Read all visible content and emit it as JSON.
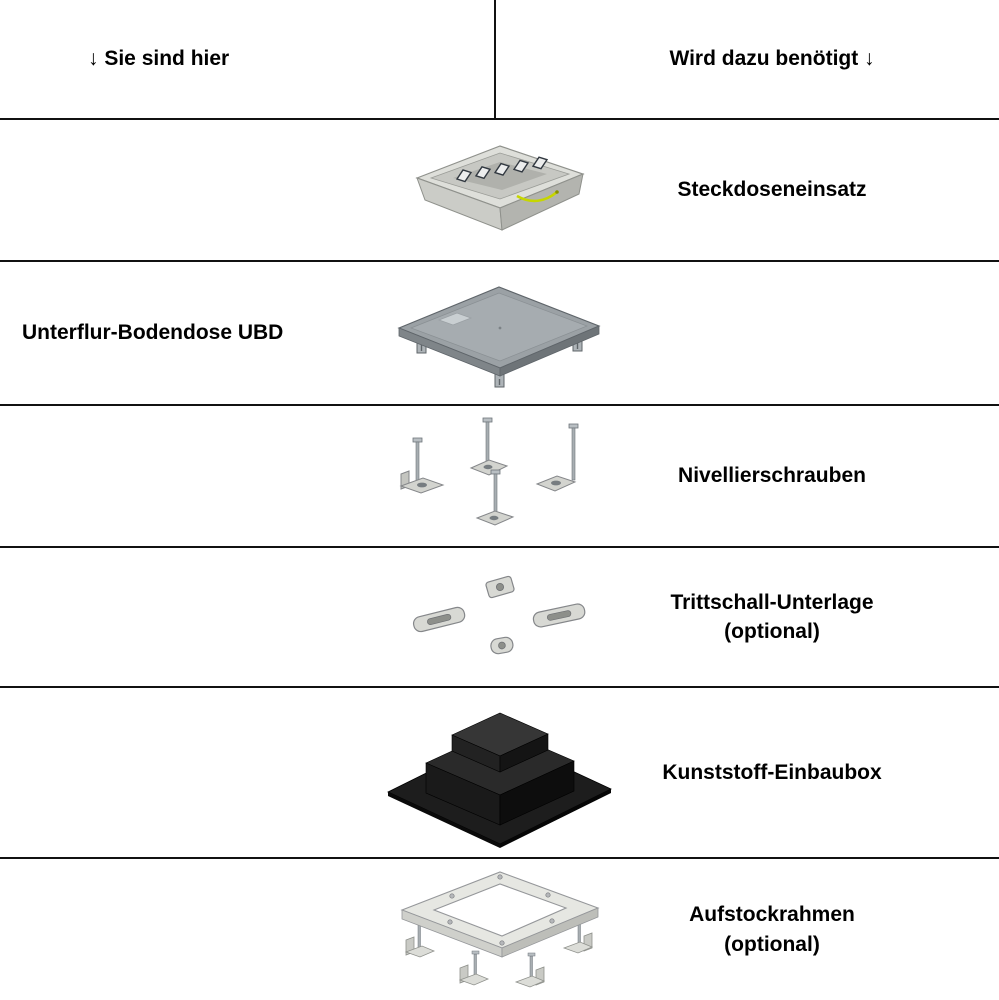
{
  "header": {
    "left_label": "↓ Sie sind hier",
    "right_label": "Wird dazu benötigt ↓"
  },
  "rows": [
    {
      "left_label": "",
      "image_name": "socket-insert-isometric",
      "right_label": "Steckdoseneinsatz",
      "right_sublabel": ""
    },
    {
      "left_label": "Unterflur-Bodendose UBD",
      "image_name": "underfloor-box-isometric",
      "right_label": "",
      "right_sublabel": ""
    },
    {
      "left_label": "",
      "image_name": "leveling-screws-isometric",
      "right_label": "Nivellierschrauben",
      "right_sublabel": ""
    },
    {
      "left_label": "",
      "image_name": "impact-sound-pads-isometric",
      "right_label": "Trittschall-Unterlage",
      "right_sublabel": "(optional)"
    },
    {
      "left_label": "",
      "image_name": "plastic-installation-box-isometric",
      "right_label": "Kunststoff-Einbaubox",
      "right_sublabel": ""
    },
    {
      "left_label": "",
      "image_name": "extension-frame-isometric",
      "right_label": "Aufstockrahmen",
      "right_sublabel": "(optional)"
    }
  ],
  "colors": {
    "background": "#ffffff",
    "line": "#111111",
    "text": "#000000",
    "wire_accent": "#c6d600",
    "metal_light": "#d8d9d4",
    "metal_mid": "#9ba1a5",
    "box_black": "#1a1a1a"
  }
}
